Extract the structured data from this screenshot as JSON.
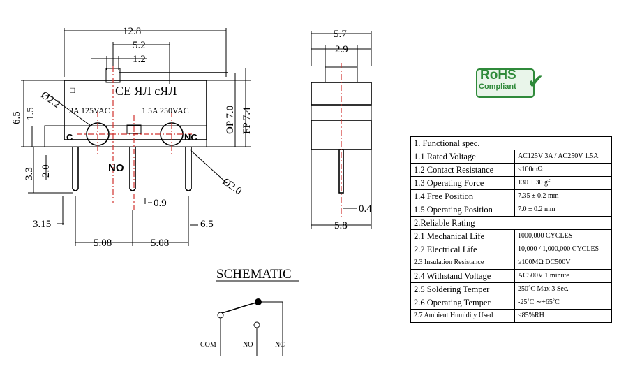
{
  "front_view": {
    "dim_overall_width": "12.8",
    "dim_lever_offset": "5.2",
    "dim_lever_width": "1.2",
    "dim_hole_dia": "Ø2.2",
    "dim_height": "6.5",
    "dim_hole_height": "1.5",
    "dim_pin_length": "3.3",
    "dim_pin_depth": "2.0",
    "dim_op": "OP 7.0",
    "dim_fp": "FP 7.4",
    "rating_left": "3A 125VAC",
    "rating_right": "1.5A 250VAC",
    "cert_marks": "CE ЯЛ cЯЛ",
    "terminal_c": "C",
    "terminal_nc": "NC",
    "terminal_no": "NO",
    "dim_nc_hole": "Ø2.0",
    "dim_pin_width": "0.9",
    "dim_left_edge": "3.15",
    "dim_right_edge": "6.5",
    "dim_pitch_1": "5.08",
    "dim_pitch_2": "5.08",
    "box_mark": "□"
  },
  "side_view": {
    "dim_width": "5.7",
    "dim_lever_width": "2.9",
    "dim_pin_thickness": "0.4",
    "dim_base_width": "5.8"
  },
  "rohs": {
    "line1": "RoHS",
    "line2": "Compliant",
    "check": "✔"
  },
  "schematic": {
    "title": "SCHEMATIC",
    "label_com": "COM",
    "label_no": "NO",
    "label_nc": "NC"
  },
  "spec_table": {
    "rows": [
      {
        "key": "1. Functional spec.",
        "value": ""
      },
      {
        "key": "1.1 Rated Voltage",
        "value": "AC125V 3A / AC250V 1.5A"
      },
      {
        "key": "1.2 Contact Resistance",
        "value": "≤100mΩ"
      },
      {
        "key": "1.3 Operating Force",
        "value": "130 ± 30 gf"
      },
      {
        "key": "1.4 Free Position",
        "value": "7.35 ± 0.2 mm"
      },
      {
        "key": "1.5 Operating Position",
        "value": "7.0 ± 0.2 mm"
      },
      {
        "key": "2.Reliable Rating",
        "value": ""
      },
      {
        "key": "2.1 Mechanical Life",
        "value": "1000,000 CYCLES"
      },
      {
        "key": "2.2 Electrical Life",
        "value": "10,000 / 1,000,000 CYCLES"
      },
      {
        "key": "2.3 Insulation Resistance",
        "value": "≥100MΩ DC500V"
      },
      {
        "key": "2.4 Withstand Voltage",
        "value": "AC500V 1 minute"
      },
      {
        "key": "2.5 Soldering Temper",
        "value": "250˚C Max 3 Sec."
      },
      {
        "key": "2.6 Operating Temper",
        "value": "-25˚C ∼+65˚C"
      },
      {
        "key": "2.7 Ambient Humidity Used",
        "value": "<85%RH"
      }
    ]
  }
}
